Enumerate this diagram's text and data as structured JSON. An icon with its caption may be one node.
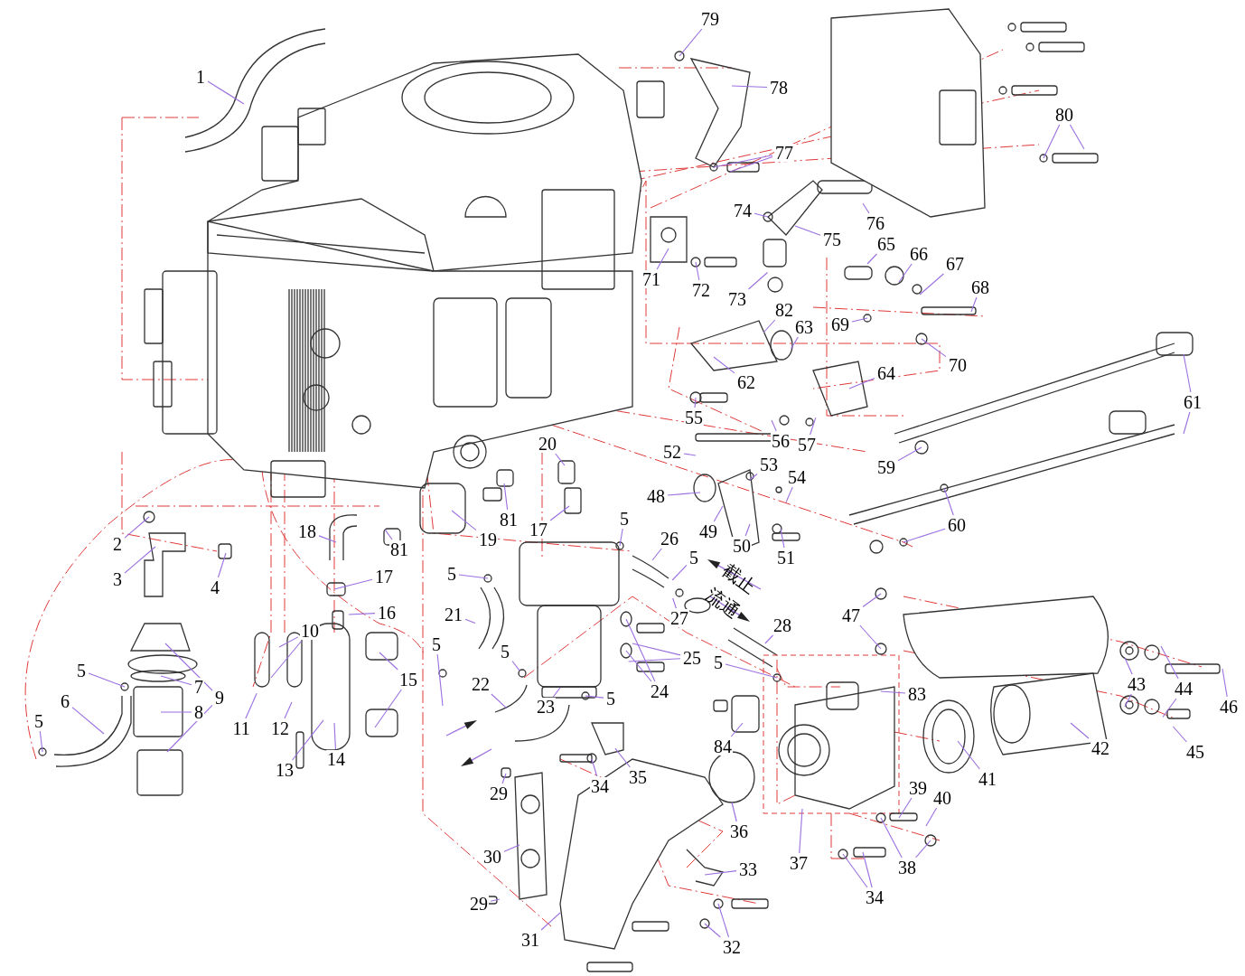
{
  "diagram": {
    "nodes": [
      {
        "text": [
          "1"
        ]
      },
      {
        "text": [
          "2"
        ]
      },
      {
        "text": [
          "3"
        ]
      },
      {
        "text": [
          "4"
        ]
      },
      {
        "text": [
          "5"
        ]
      },
      {
        "text": [
          "6"
        ]
      },
      {
        "text": [
          "5"
        ]
      },
      {
        "text": [
          "7"
        ]
      },
      {
        "text": [
          "8"
        ]
      },
      {
        "text": [
          "9"
        ]
      },
      {
        "text": [
          "10"
        ]
      },
      {
        "text": [
          "11"
        ]
      },
      {
        "text": [
          "12"
        ]
      },
      {
        "text": [
          "13"
        ]
      },
      {
        "text": [
          "14"
        ]
      },
      {
        "text": [
          "15"
        ]
      },
      {
        "text": [
          "16"
        ]
      },
      {
        "text": [
          "17"
        ]
      },
      {
        "text": [
          "18"
        ]
      },
      {
        "text": [
          "81"
        ]
      },
      {
        "text": [
          "19"
        ]
      },
      {
        "text": [
          "81"
        ]
      },
      {
        "text": [
          "17"
        ]
      },
      {
        "text": [
          "20"
        ]
      },
      {
        "text": [
          "5"
        ]
      },
      {
        "text": [
          "26"
        ]
      },
      {
        "text": [
          "5"
        ]
      },
      {
        "text": [
          "27"
        ]
      },
      {
        "text": [
          "25"
        ]
      },
      {
        "text": [
          "24"
        ]
      },
      {
        "text": [
          "5"
        ]
      },
      {
        "text": [
          "21"
        ]
      },
      {
        "text": [
          "5"
        ]
      },
      {
        "text": [
          "22"
        ]
      },
      {
        "text": [
          "5"
        ]
      },
      {
        "text": [
          "23"
        ]
      },
      {
        "text": [
          "5"
        ]
      },
      {
        "text": [
          "28"
        ]
      },
      {
        "text": [
          "5"
        ]
      },
      {
        "text": [
          "29"
        ]
      },
      {
        "text": [
          "34"
        ]
      },
      {
        "text": [
          "35"
        ]
      },
      {
        "text": [
          "30"
        ]
      },
      {
        "text": [
          "29"
        ]
      },
      {
        "text": [
          "31"
        ]
      },
      {
        "text": [
          "33"
        ]
      },
      {
        "text": [
          "32"
        ]
      },
      {
        "text": [
          "36"
        ]
      },
      {
        "text": [
          "37"
        ]
      },
      {
        "text": [
          "34"
        ]
      },
      {
        "text": [
          "38"
        ]
      },
      {
        "text": [
          "39"
        ]
      },
      {
        "text": [
          "40"
        ]
      },
      {
        "text": [
          "84"
        ]
      },
      {
        "text": [
          "83"
        ]
      },
      {
        "text": [
          "41"
        ]
      },
      {
        "text": [
          "42"
        ]
      },
      {
        "text": [
          "43"
        ]
      },
      {
        "text": [
          "44"
        ]
      },
      {
        "text": [
          "45"
        ]
      },
      {
        "text": [
          "46"
        ]
      },
      {
        "text": [
          "47"
        ]
      },
      {
        "text": [
          "48"
        ]
      },
      {
        "text": [
          "49"
        ]
      },
      {
        "text": [
          "50"
        ]
      },
      {
        "text": [
          "51"
        ]
      },
      {
        "text": [
          "52"
        ]
      },
      {
        "text": [
          "53"
        ]
      },
      {
        "text": [
          "54"
        ]
      },
      {
        "text": [
          "55"
        ]
      },
      {
        "text": [
          "56"
        ]
      },
      {
        "text": [
          "57"
        ]
      },
      {
        "text": [
          "59"
        ]
      },
      {
        "text": [
          "60"
        ]
      },
      {
        "text": [
          "61"
        ]
      },
      {
        "text": [
          "62"
        ]
      },
      {
        "text": [
          "63"
        ]
      },
      {
        "text": [
          "64"
        ]
      },
      {
        "text": [
          "65"
        ]
      },
      {
        "text": [
          "66"
        ]
      },
      {
        "text": [
          "67"
        ]
      },
      {
        "text": [
          "68"
        ]
      },
      {
        "text": [
          "69"
        ]
      },
      {
        "text": [
          "70"
        ]
      },
      {
        "text": [
          "71"
        ]
      },
      {
        "text": [
          "72"
        ]
      },
      {
        "text": [
          "73"
        ]
      },
      {
        "text": [
          "74"
        ]
      },
      {
        "text": [
          "75"
        ]
      },
      {
        "text": [
          "76"
        ]
      },
      {
        "text": [
          "77"
        ]
      },
      {
        "text": [
          "78"
        ]
      },
      {
        "text": [
          "79"
        ]
      },
      {
        "text": [
          "80"
        ]
      },
      {
        "text": [
          "82"
        ]
      }
    ],
    "edges": [
      {
        "from": 0,
        "to": null,
        "arrow": "none"
      },
      {
        "from": 1,
        "to": null,
        "arrow": "none"
      },
      {
        "from": 2,
        "to": null,
        "arrow": "none"
      },
      {
        "from": 3,
        "to": null,
        "arrow": "none"
      },
      {
        "from": 4,
        "to": null,
        "arrow": "none"
      },
      {
        "from": 5,
        "to": null,
        "arrow": "none"
      },
      {
        "from": 6,
        "to": null,
        "arrow": "none"
      },
      {
        "from": 7,
        "to": null,
        "arrow": "none"
      },
      {
        "from": 8,
        "to": null,
        "arrow": "none"
      },
      {
        "from": 9,
        "to": null,
        "arrow": "none"
      },
      {
        "from": 9,
        "to": null,
        "arrow": "none"
      },
      {
        "from": 10,
        "to": null,
        "arrow": "none"
      },
      {
        "from": 10,
        "to": null,
        "arrow": "none"
      },
      {
        "from": 11,
        "to": null,
        "arrow": "none"
      },
      {
        "from": 12,
        "to": null,
        "arrow": "none"
      },
      {
        "from": 13,
        "to": null,
        "arrow": "none"
      },
      {
        "from": 14,
        "to": null,
        "arrow": "none"
      },
      {
        "from": 15,
        "to": null,
        "arrow": "none"
      },
      {
        "from": 15,
        "to": null,
        "arrow": "none"
      },
      {
        "from": 16,
        "to": null,
        "arrow": "none"
      },
      {
        "from": 17,
        "to": null,
        "arrow": "none"
      },
      {
        "from": 18,
        "to": null,
        "arrow": "none"
      },
      {
        "from": 19,
        "to": null,
        "arrow": "none"
      },
      {
        "from": 20,
        "to": null,
        "arrow": "none"
      },
      {
        "from": 21,
        "to": null,
        "arrow": "none"
      },
      {
        "from": 22,
        "to": null,
        "arrow": "none"
      },
      {
        "from": 23,
        "to": null,
        "arrow": "none"
      },
      {
        "from": 24,
        "to": null,
        "arrow": "none"
      },
      {
        "from": 25,
        "to": null,
        "arrow": "none"
      },
      {
        "from": 26,
        "to": null,
        "arrow": "none"
      },
      {
        "from": 27,
        "to": null,
        "arrow": "none"
      },
      {
        "from": 28,
        "to": null,
        "arrow": "none"
      },
      {
        "from": 28,
        "to": null,
        "arrow": "none"
      },
      {
        "from": 29,
        "to": null,
        "arrow": "none"
      },
      {
        "from": 29,
        "to": null,
        "arrow": "none"
      },
      {
        "from": 30,
        "to": null,
        "arrow": "none"
      },
      {
        "from": 31,
        "to": null,
        "arrow": "none"
      },
      {
        "from": 32,
        "to": null,
        "arrow": "none"
      },
      {
        "from": 33,
        "to": null,
        "arrow": "none"
      },
      {
        "from": 34,
        "to": null,
        "arrow": "none"
      },
      {
        "from": 35,
        "to": null,
        "arrow": "none"
      },
      {
        "from": 36,
        "to": null,
        "arrow": "none"
      },
      {
        "from": 37,
        "to": null,
        "arrow": "none"
      },
      {
        "from": 38,
        "to": null,
        "arrow": "none"
      },
      {
        "from": 39,
        "to": null,
        "arrow": "none"
      },
      {
        "from": 40,
        "to": null,
        "arrow": "none"
      },
      {
        "from": 41,
        "to": null,
        "arrow": "none"
      },
      {
        "from": 42,
        "to": null,
        "arrow": "none"
      },
      {
        "from": 43,
        "to": null,
        "arrow": "none"
      },
      {
        "from": 44,
        "to": null,
        "arrow": "none"
      },
      {
        "from": 45,
        "to": null,
        "arrow": "none"
      },
      {
        "from": 46,
        "to": null,
        "arrow": "none"
      },
      {
        "from": 46,
        "to": null,
        "arrow": "none"
      },
      {
        "from": 47,
        "to": null,
        "arrow": "none"
      },
      {
        "from": 48,
        "to": null,
        "arrow": "none"
      },
      {
        "from": 49,
        "to": null,
        "arrow": "none"
      },
      {
        "from": 49,
        "to": null,
        "arrow": "none"
      },
      {
        "from": 50,
        "to": null,
        "arrow": "none"
      },
      {
        "from": 50,
        "to": null,
        "arrow": "none"
      },
      {
        "from": 51,
        "to": null,
        "arrow": "none"
      },
      {
        "from": 52,
        "to": null,
        "arrow": "none"
      },
      {
        "from": 53,
        "to": null,
        "arrow": "none"
      },
      {
        "from": 54,
        "to": null,
        "arrow": "none"
      },
      {
        "from": 55,
        "to": null,
        "arrow": "none"
      },
      {
        "from": 56,
        "to": null,
        "arrow": "none"
      },
      {
        "from": 57,
        "to": null,
        "arrow": "none"
      },
      {
        "from": 57,
        "to": null,
        "arrow": "none"
      },
      {
        "from": 58,
        "to": null,
        "arrow": "none"
      },
      {
        "from": 58,
        "to": null,
        "arrow": "none"
      },
      {
        "from": 59,
        "to": null,
        "arrow": "none"
      },
      {
        "from": 60,
        "to": null,
        "arrow": "none"
      },
      {
        "from": 61,
        "to": null,
        "arrow": "none"
      },
      {
        "from": 61,
        "to": null,
        "arrow": "none"
      },
      {
        "from": 62,
        "to": null,
        "arrow": "none"
      },
      {
        "from": 63,
        "to": null,
        "arrow": "none"
      },
      {
        "from": 64,
        "to": null,
        "arrow": "none"
      },
      {
        "from": 65,
        "to": null,
        "arrow": "none"
      },
      {
        "from": 66,
        "to": null,
        "arrow": "none"
      },
      {
        "from": 67,
        "to": null,
        "arrow": "none"
      },
      {
        "from": 68,
        "to": null,
        "arrow": "none"
      },
      {
        "from": 69,
        "to": null,
        "arrow": "none"
      },
      {
        "from": 70,
        "to": null,
        "arrow": "none"
      },
      {
        "from": 71,
        "to": null,
        "arrow": "none"
      },
      {
        "from": 72,
        "to": null,
        "arrow": "none"
      },
      {
        "from": 73,
        "to": null,
        "arrow": "none"
      },
      {
        "from": 73,
        "to": null,
        "arrow": "none"
      },
      {
        "from": 74,
        "to": null,
        "arrow": "none"
      },
      {
        "from": 74,
        "to": null,
        "arrow": "none"
      },
      {
        "from": 75,
        "to": null,
        "arrow": "none"
      },
      {
        "from": 76,
        "to": null,
        "arrow": "none"
      },
      {
        "from": 77,
        "to": null,
        "arrow": "none"
      },
      {
        "from": 78,
        "to": null,
        "arrow": "none"
      },
      {
        "from": 79,
        "to": null,
        "arrow": "none"
      },
      {
        "from": 80,
        "to": null,
        "arrow": "none"
      },
      {
        "from": 81,
        "to": null,
        "arrow": "none"
      },
      {
        "from": 82,
        "to": null,
        "arrow": "none"
      },
      {
        "from": 83,
        "to": null,
        "arrow": "none"
      },
      {
        "from": 84,
        "to": null,
        "arrow": "none"
      },
      {
        "from": 85,
        "to": null,
        "arrow": "none"
      },
      {
        "from": 86,
        "to": null,
        "arrow": "none"
      },
      {
        "from": 87,
        "to": null,
        "arrow": "none"
      },
      {
        "from": 88,
        "to": null,
        "arrow": "none"
      },
      {
        "from": 89,
        "to": null,
        "arrow": "none"
      },
      {
        "from": 90,
        "to": null,
        "arrow": "none"
      },
      {
        "from": 90,
        "to": null,
        "arrow": "none"
      },
      {
        "from": 91,
        "to": null,
        "arrow": "none"
      },
      {
        "from": 92,
        "to": null,
        "arrow": "none"
      },
      {
        "from": 93,
        "to": null,
        "arrow": "none"
      },
      {
        "from": 93,
        "to": null,
        "arrow": "none"
      },
      {
        "from": 94,
        "to": null,
        "arrow": "none"
      }
    ],
    "labels": [
      "截止",
      "流通"
    ]
  }
}
